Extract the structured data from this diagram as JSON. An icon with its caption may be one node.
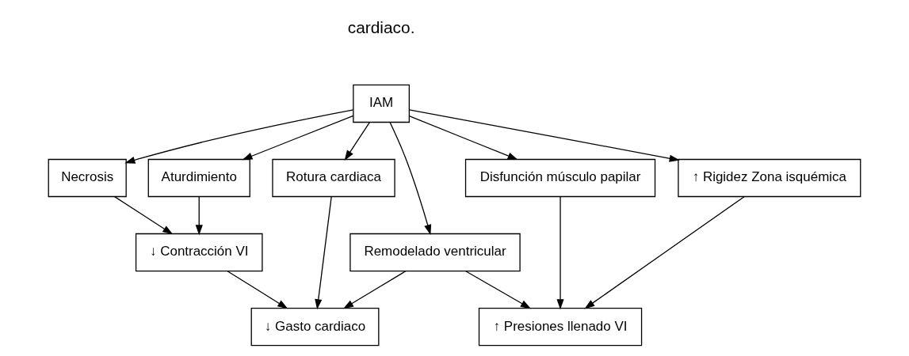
{
  "diagram": {
    "nodes": [
      {
        "text": [
          "IAM"
        ]
      },
      {
        "text": [
          "↑ Rigidez Zona isquémica"
        ]
      },
      {
        "text": [
          "Aturdimiento"
        ]
      },
      {
        "text": [
          "Necrosis"
        ]
      },
      {
        "text": [
          "Rotura cardiaca"
        ]
      },
      {
        "text": [
          "Disfunción músculo papilar"
        ]
      },
      {
        "text": [
          "↓ Contracción VI"
        ]
      },
      {
        "text": [
          "Remodelado ventricular"
        ]
      },
      {
        "text": [
          "↑ Presiones llenado VI"
        ]
      },
      {
        "text": [
          "↓ Gasto cardiaco"
        ]
      }
    ],
    "edges": [
      {
        "from": 0,
        "to": 1,
        "arrow": "to"
      },
      {
        "from": 0,
        "to": 2,
        "arrow": "to"
      },
      {
        "from": 0,
        "to": 3,
        "arrow": "to"
      },
      {
        "from": 0,
        "to": 4,
        "arrow": "to"
      },
      {
        "from": 0,
        "to": 5,
        "arrow": "to"
      },
      {
        "from": 0,
        "to": 7,
        "arrow": "to"
      },
      {
        "from": 2,
        "to": 6,
        "arrow": "to"
      },
      {
        "from": 3,
        "to": 6,
        "arrow": "to"
      },
      {
        "from": 1,
        "to": 8,
        "arrow": "to"
      },
      {
        "from": 5,
        "to": 8,
        "arrow": "to"
      },
      {
        "from": 6,
        "to": 9,
        "arrow": "to"
      },
      {
        "from": 4,
        "to": 9,
        "arrow": "to"
      },
      {
        "from": 7,
        "to": 8,
        "arrow": "to"
      },
      {
        "from": 7,
        "to": 9,
        "arrow": "to"
      }
    ],
    "labels": [
      "cardiaco."
    ]
  }
}
